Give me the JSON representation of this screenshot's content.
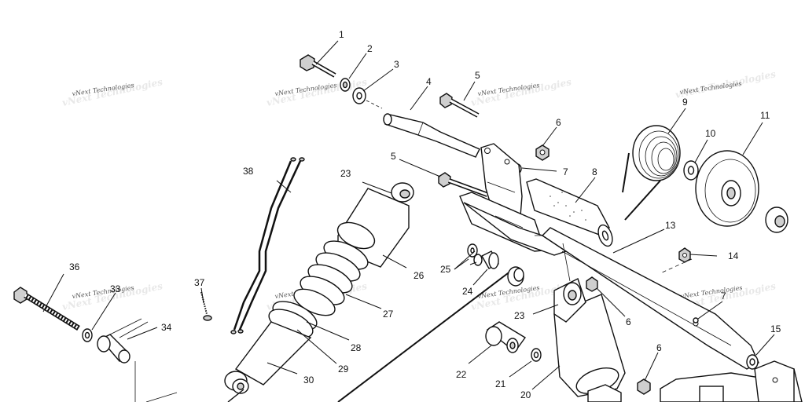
{
  "watermark": "vNext Technologies",
  "callouts": [
    {
      "id": "c1",
      "text": "1"
    },
    {
      "id": "c2",
      "text": "2"
    },
    {
      "id": "c3",
      "text": "3"
    },
    {
      "id": "c4",
      "text": "4"
    },
    {
      "id": "c5a",
      "text": "5"
    },
    {
      "id": "c5b",
      "text": "5"
    },
    {
      "id": "c6a",
      "text": "6"
    },
    {
      "id": "c6b",
      "text": "6"
    },
    {
      "id": "c6c",
      "text": "6"
    },
    {
      "id": "c7a",
      "text": "7"
    },
    {
      "id": "c7b",
      "text": "7"
    },
    {
      "id": "c8",
      "text": "8"
    },
    {
      "id": "c9",
      "text": "9"
    },
    {
      "id": "c10",
      "text": "10"
    },
    {
      "id": "c11",
      "text": "11"
    },
    {
      "id": "c13",
      "text": "13"
    },
    {
      "id": "c14",
      "text": "14"
    },
    {
      "id": "c15",
      "text": "15"
    },
    {
      "id": "c20",
      "text": "20"
    },
    {
      "id": "c21",
      "text": "21"
    },
    {
      "id": "c22",
      "text": "22"
    },
    {
      "id": "c23a",
      "text": "23"
    },
    {
      "id": "c23b",
      "text": "23"
    },
    {
      "id": "c24",
      "text": "24"
    },
    {
      "id": "c25",
      "text": "25"
    },
    {
      "id": "c26",
      "text": "26"
    },
    {
      "id": "c27",
      "text": "27"
    },
    {
      "id": "c28",
      "text": "28"
    },
    {
      "id": "c29",
      "text": "29"
    },
    {
      "id": "c30",
      "text": "30"
    },
    {
      "id": "c33",
      "text": "33"
    },
    {
      "id": "c34",
      "text": "34"
    },
    {
      "id": "c36",
      "text": "36"
    },
    {
      "id": "c37",
      "text": "37"
    },
    {
      "id": "c38",
      "text": "38"
    }
  ]
}
